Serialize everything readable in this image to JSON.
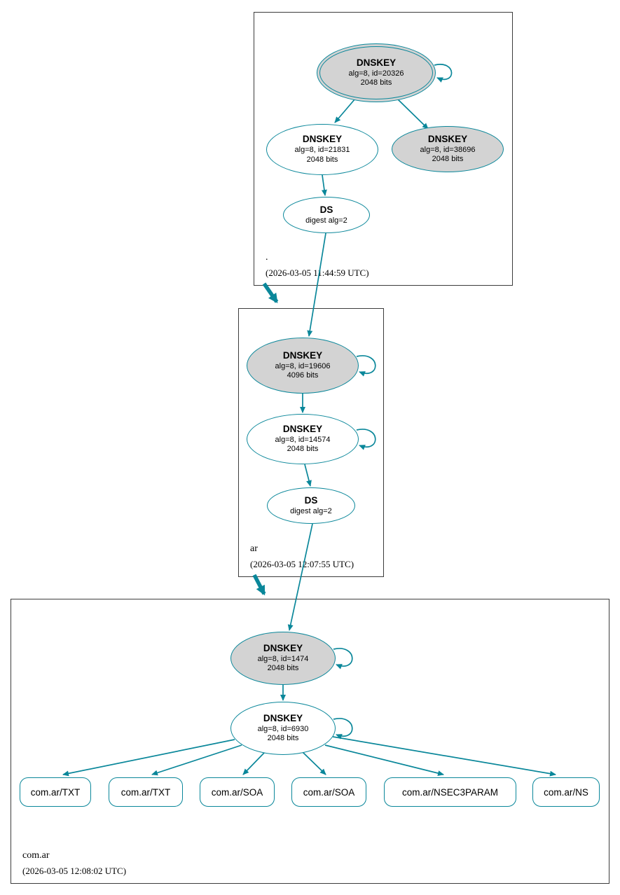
{
  "diagram": {
    "type": "dnssec-authentication-chain",
    "zones": [
      {
        "label": ".",
        "timestamp": "(2026-03-05 11:44:59 UTC)",
        "nodes": [
          {
            "title": "DNSKEY",
            "detail": "alg=8, id=20326",
            "bits": "2048 bits"
          },
          {
            "title": "DNSKEY",
            "detail": "alg=8, id=21831",
            "bits": "2048 bits"
          },
          {
            "title": "DNSKEY",
            "detail": "alg=8, id=38696",
            "bits": "2048 bits"
          },
          {
            "title": "DS",
            "detail": "digest alg=2"
          }
        ]
      },
      {
        "label": "ar",
        "timestamp": "(2026-03-05 12:07:55 UTC)",
        "nodes": [
          {
            "title": "DNSKEY",
            "detail": "alg=8, id=19606",
            "bits": "4096 bits"
          },
          {
            "title": "DNSKEY",
            "detail": "alg=8, id=14574",
            "bits": "2048 bits"
          },
          {
            "title": "DS",
            "detail": "digest alg=2"
          }
        ]
      },
      {
        "label": "com.ar",
        "timestamp": "(2026-03-05 12:08:02 UTC)",
        "nodes": [
          {
            "title": "DNSKEY",
            "detail": "alg=8, id=1474",
            "bits": "2048 bits"
          },
          {
            "title": "DNSKEY",
            "detail": "alg=8, id=6930",
            "bits": "2048 bits"
          }
        ],
        "rrsets": [
          "com.ar/TXT",
          "com.ar/TXT",
          "com.ar/SOA",
          "com.ar/SOA",
          "com.ar/NSEC3PARAM",
          "com.ar/NS"
        ]
      }
    ]
  },
  "colors": {
    "edge_teal": "#0a879a",
    "node_fill_gray": "#d3d3d3",
    "border_gray": "#3c3c3c"
  }
}
